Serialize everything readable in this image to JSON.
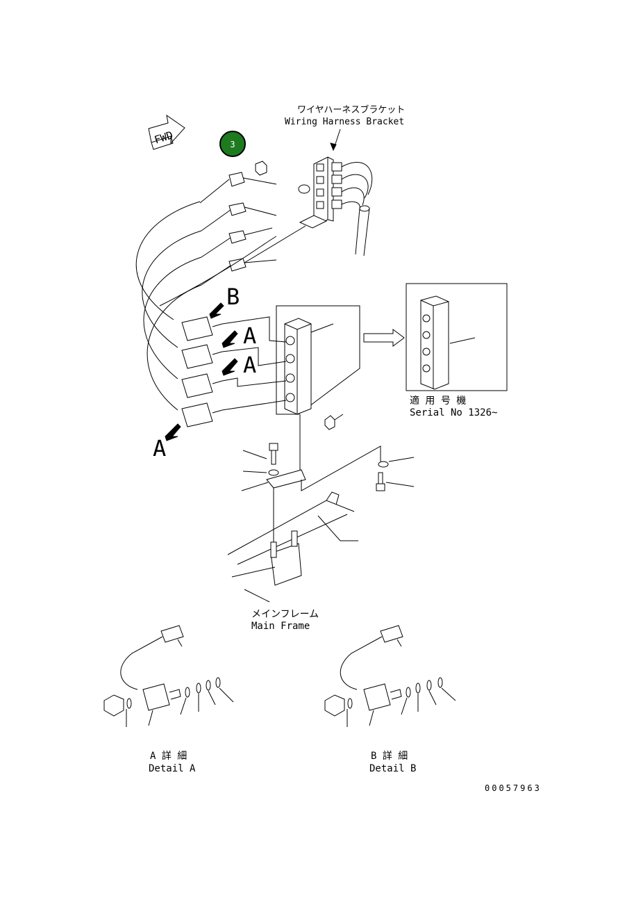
{
  "labels": {
    "fwd": "FWD",
    "callout_number": "3",
    "wiring_harness_bracket_jp": "ワイヤハーネスブラケット",
    "wiring_harness_bracket_en": "Wiring Harness Bracket",
    "letter_b_top": "B",
    "letter_a_1": "A",
    "letter_a_2": "A",
    "letter_a_bottom": "A",
    "serial_jp": "適 用 号 機",
    "serial_en": "Serial No 1326~",
    "main_frame_jp": "メインフレーム",
    "main_frame_en": "Main Frame",
    "detail_a_jp": "A 詳 細",
    "detail_a_en": "Detail A",
    "detail_b_jp": "B 詳 細",
    "detail_b_en": "Detail B",
    "drawing_number": "00057963"
  },
  "colors": {
    "callout_fill": "#1e7a1e",
    "callout_text": "#ffffff",
    "line": "#000000"
  }
}
